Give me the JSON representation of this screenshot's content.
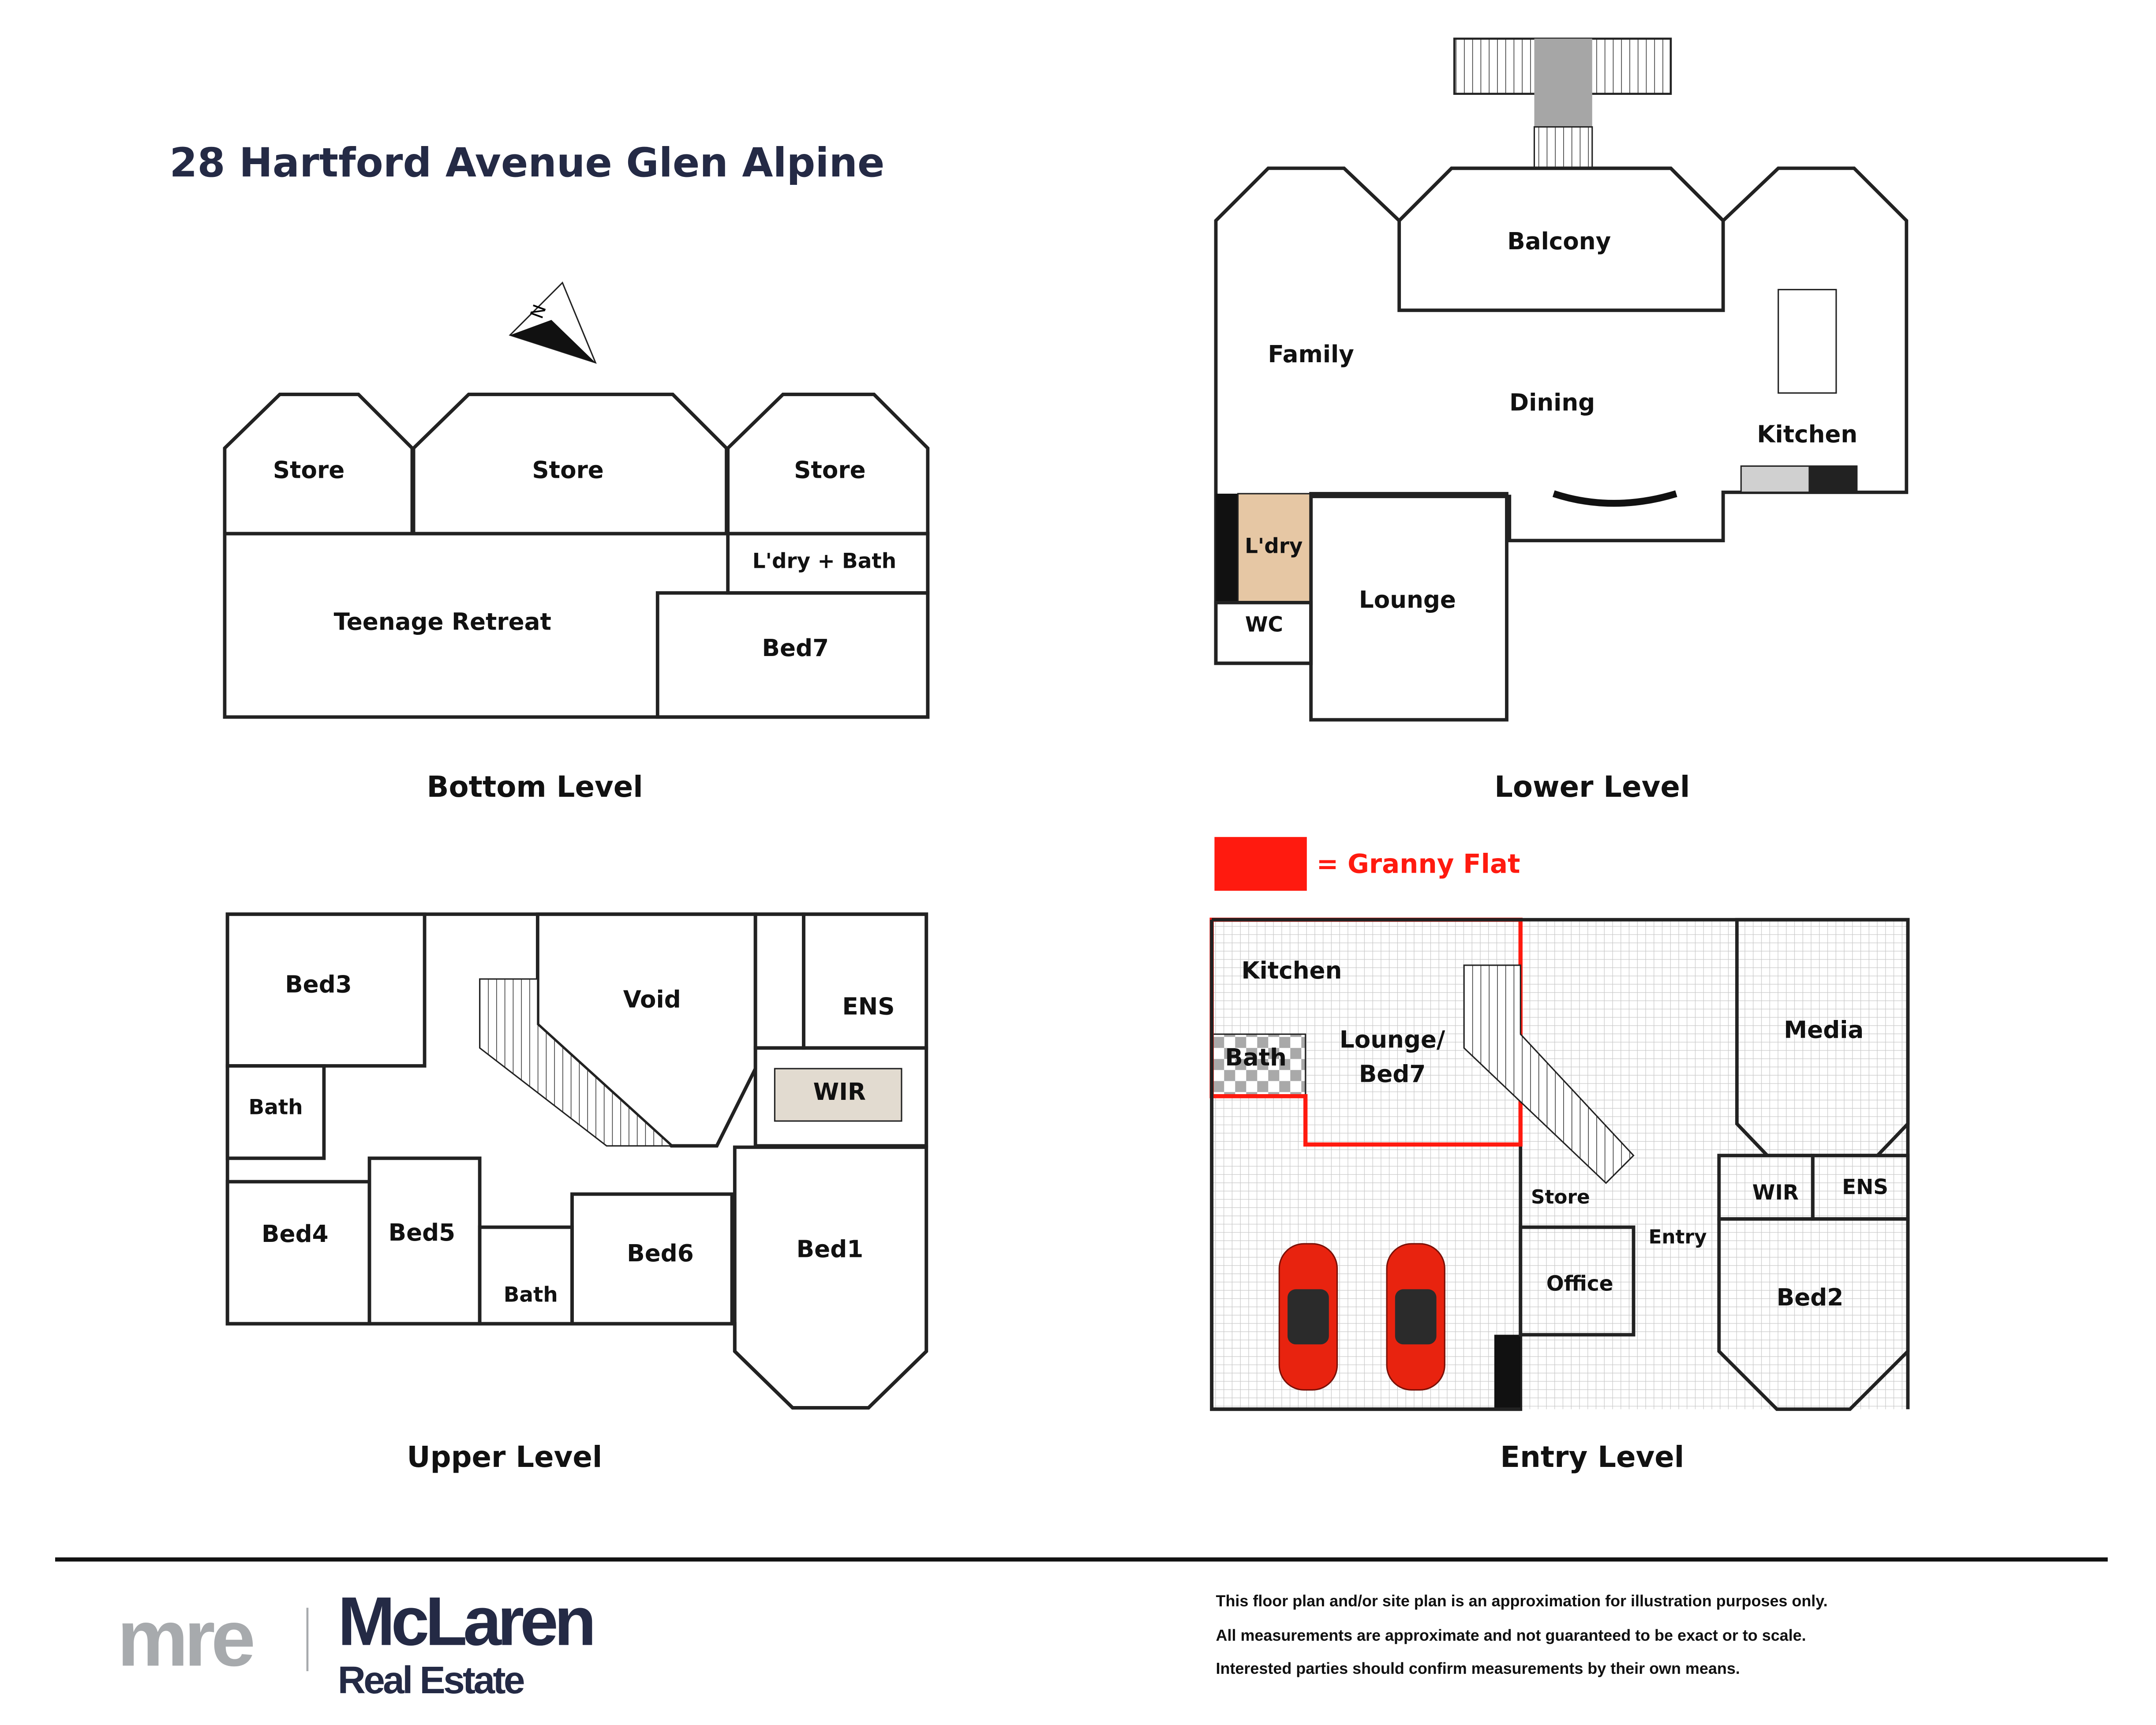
{
  "title": "28 Hartford Avenue Glen Alpine",
  "compass": "N",
  "colors": {
    "navy": "#242a45",
    "store_gray": "#a6a6a6",
    "beige": "#e2dbd0",
    "granny_red": "#ff1a0f",
    "laundry": "#e6c7a4",
    "car": "#e8230f"
  },
  "legend": {
    "label": "= Granny Flat"
  },
  "bottom_level": {
    "name": "Bottom Level",
    "rooms": [
      "Store",
      "Store",
      "Store",
      "L'dry + Bath",
      "Teenage Retreat",
      "Bed7"
    ]
  },
  "lower_level": {
    "name": "Lower Level",
    "rooms": [
      "Balcony",
      "Family",
      "Dining",
      "Kitchen",
      "L'dry",
      "WC",
      "Lounge"
    ]
  },
  "upper_level": {
    "name": "Upper Level",
    "rooms": [
      "Bed3",
      "Void",
      "ENS",
      "WIR",
      "Bath",
      "Bed4",
      "Bed5",
      "Bath",
      "Bed6",
      "Bed1"
    ]
  },
  "entry_level": {
    "name": "Entry Level",
    "rooms": [
      "Kitchen",
      "Lounge/",
      "Bed7",
      "Bath",
      "Media",
      "WIR",
      "ENS",
      "Store",
      "Entry",
      "Office",
      "Bed2"
    ]
  },
  "footer": {
    "logo_mark": "mre",
    "brand_name": "McLaren",
    "brand_sub": "Real Estate",
    "disclaimer": [
      "This floor plan and/or site plan is an approximation for illustration purposes only.",
      "All measurements are approximate and not guaranteed to be exact or to scale.",
      "Interested parties should confirm measurements by their own means."
    ]
  }
}
